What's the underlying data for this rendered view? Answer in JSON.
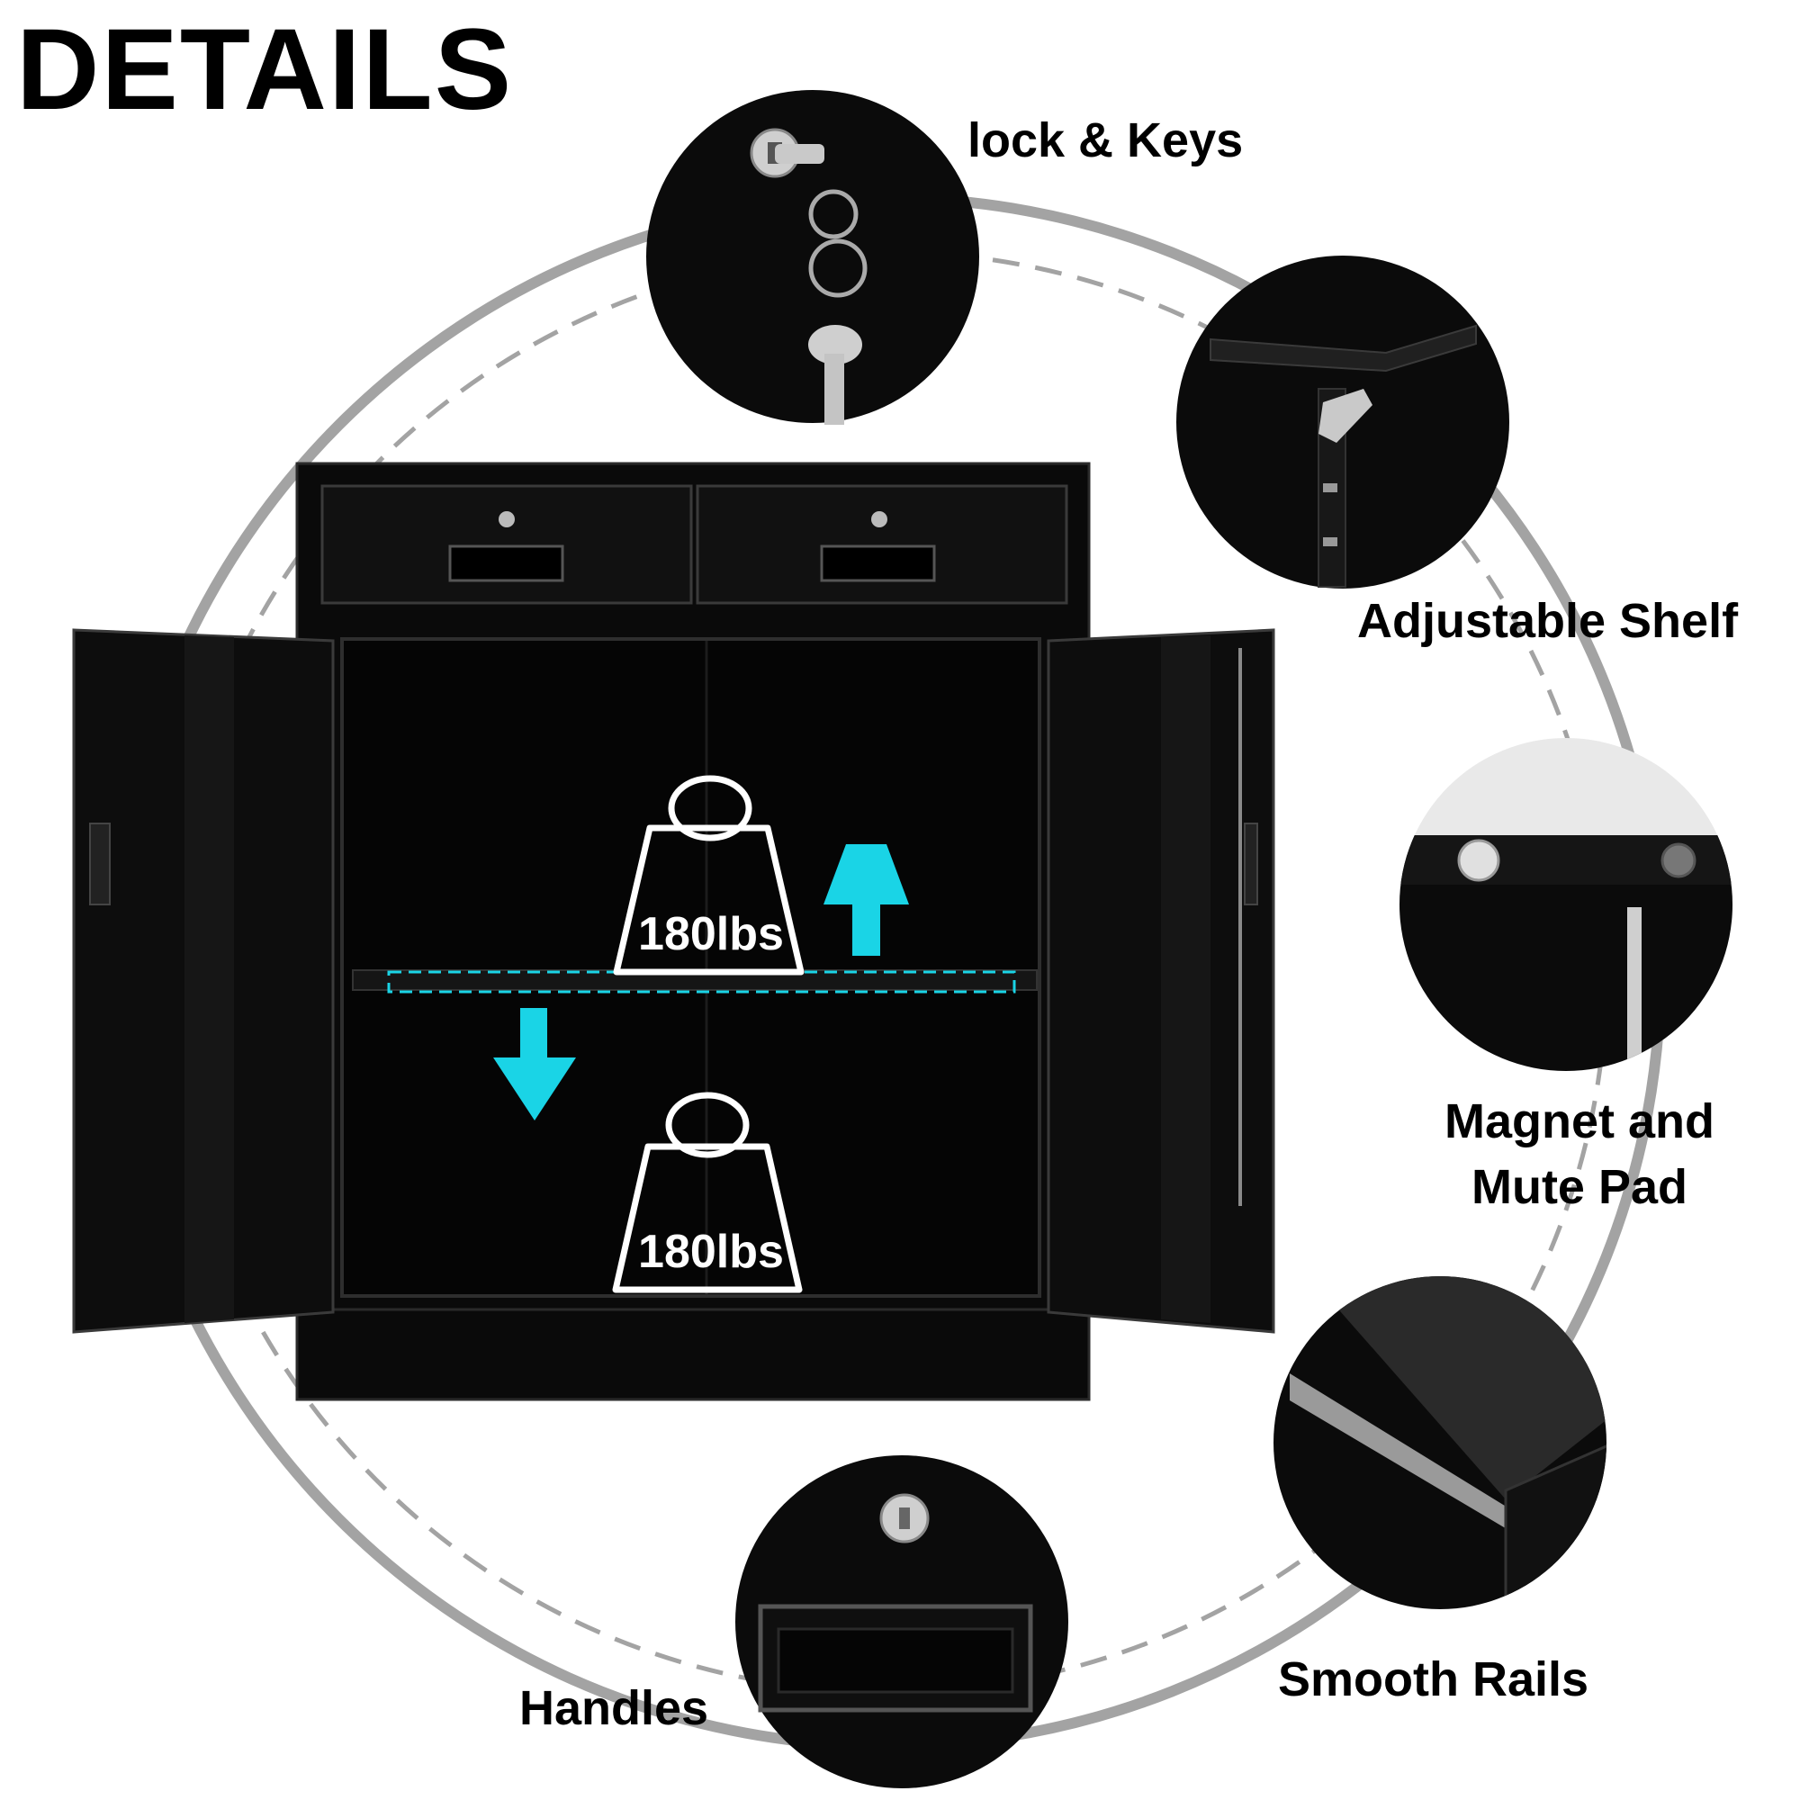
{
  "title": "DETAILS",
  "colors": {
    "accent": "#1ad4e6",
    "ring": "#a3a3a3",
    "cabinet": "#0a0a0a"
  },
  "features": [
    {
      "icon": "lock-keys-icon",
      "label": "lock & Keys"
    },
    {
      "icon": "adjustable-shelf-icon",
      "label": "Adjustable Shelf"
    },
    {
      "icon": "magnet-pad-icon",
      "label_line1": "Magnet and",
      "label_line2": "Mute Pad"
    },
    {
      "icon": "smooth-rails-icon",
      "label": "Smooth Rails"
    },
    {
      "icon": "handle-icon",
      "label": "Handles"
    }
  ],
  "capacity": {
    "upper_shelf": "180lbs",
    "lower_shelf": "180lbs"
  }
}
